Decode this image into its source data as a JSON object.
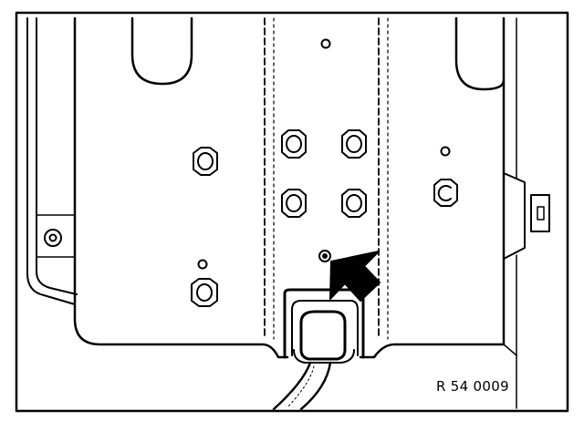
{
  "figure": {
    "reference_code": "R 54 0009",
    "line_color": "#000000",
    "background_color": "#ffffff",
    "parts": [
      "outer-frame",
      "left-bracket",
      "left-bolt",
      "mounting-plate",
      "center-rail",
      "top-left-slot",
      "top-right-slot",
      "left-bolt-upper",
      "left-bolt-lower",
      "center-bolt-1",
      "center-bolt-2",
      "center-bolt-3",
      "center-bolt-4",
      "right-bolt",
      "right-clip-tab",
      "target-screw",
      "callout-arrow",
      "cable-connector",
      "cable"
    ]
  }
}
